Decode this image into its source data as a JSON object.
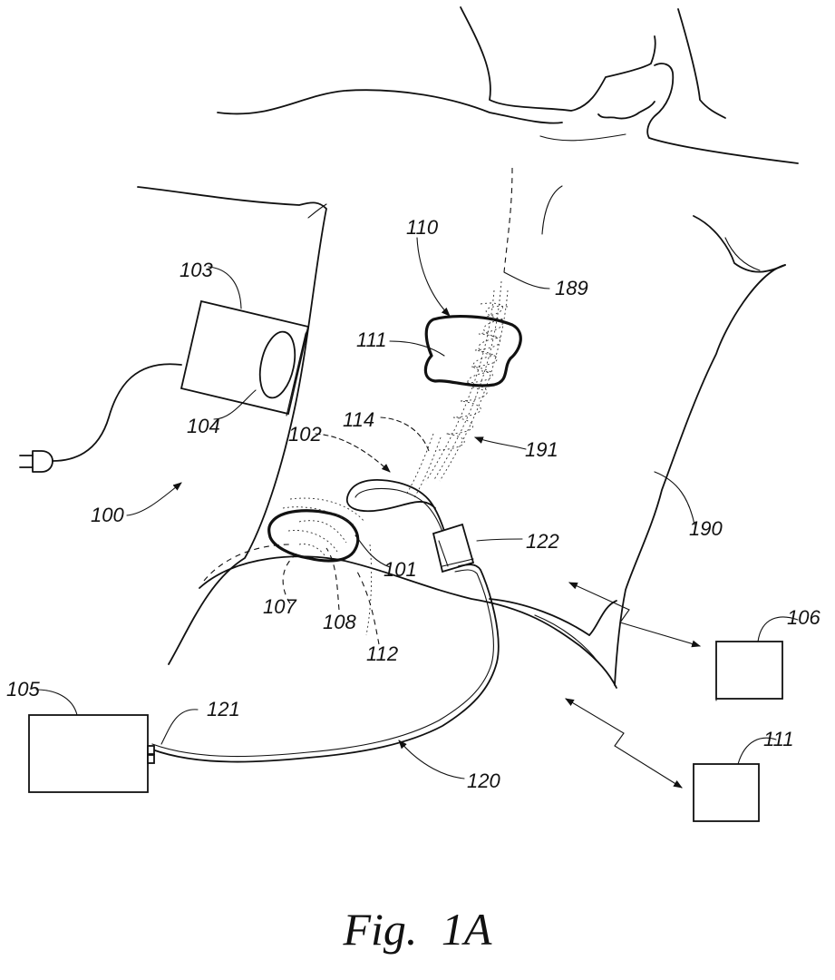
{
  "figure": {
    "caption": "Fig.  1A",
    "reference_labels": {
      "r100": "100",
      "r101": "101",
      "r102": "102",
      "r103": "103",
      "r104": "104",
      "r105": "105",
      "r106": "106",
      "r107": "107",
      "r108": "108",
      "r110": "110",
      "r111a": "111",
      "r111b": "111",
      "r112": "112",
      "r114": "114",
      "r120": "120",
      "r121": "121",
      "r122": "122",
      "r189": "189",
      "r190": "190",
      "r191": "191"
    }
  }
}
